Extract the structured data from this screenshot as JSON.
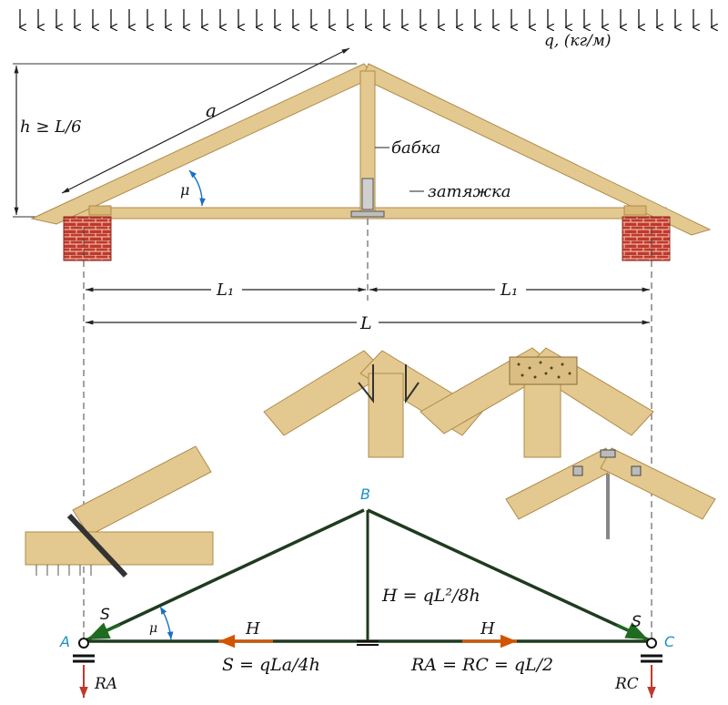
{
  "labels": {
    "load": "q, (кг/м)",
    "height": "h ≥ L/6",
    "rafter_length": "a",
    "angle_top": "μ",
    "king_post": "бабка",
    "tie_beam": "затяжка",
    "half_span_left": "L₁",
    "half_span_right": "L₁",
    "span": "L",
    "node_a": "A",
    "node_b": "B",
    "node_c": "C",
    "s_left": "S",
    "s_right": "S",
    "angle_bottom": "μ",
    "h_left": "H",
    "h_right": "H",
    "h_formula": "H = qL²/8h",
    "s_formula": "S = qLa/4h",
    "reaction_formula": "RA = RC = qL/2",
    "ra": "RA",
    "rc": "RC"
  },
  "colors": {
    "wood": "#e3c98f",
    "wood_edge": "#b08a4a",
    "brick": "#c0392b",
    "truss_line": "#1f3b1f",
    "force_arrow": "#d35400",
    "node_label": "#1a8fc4"
  }
}
